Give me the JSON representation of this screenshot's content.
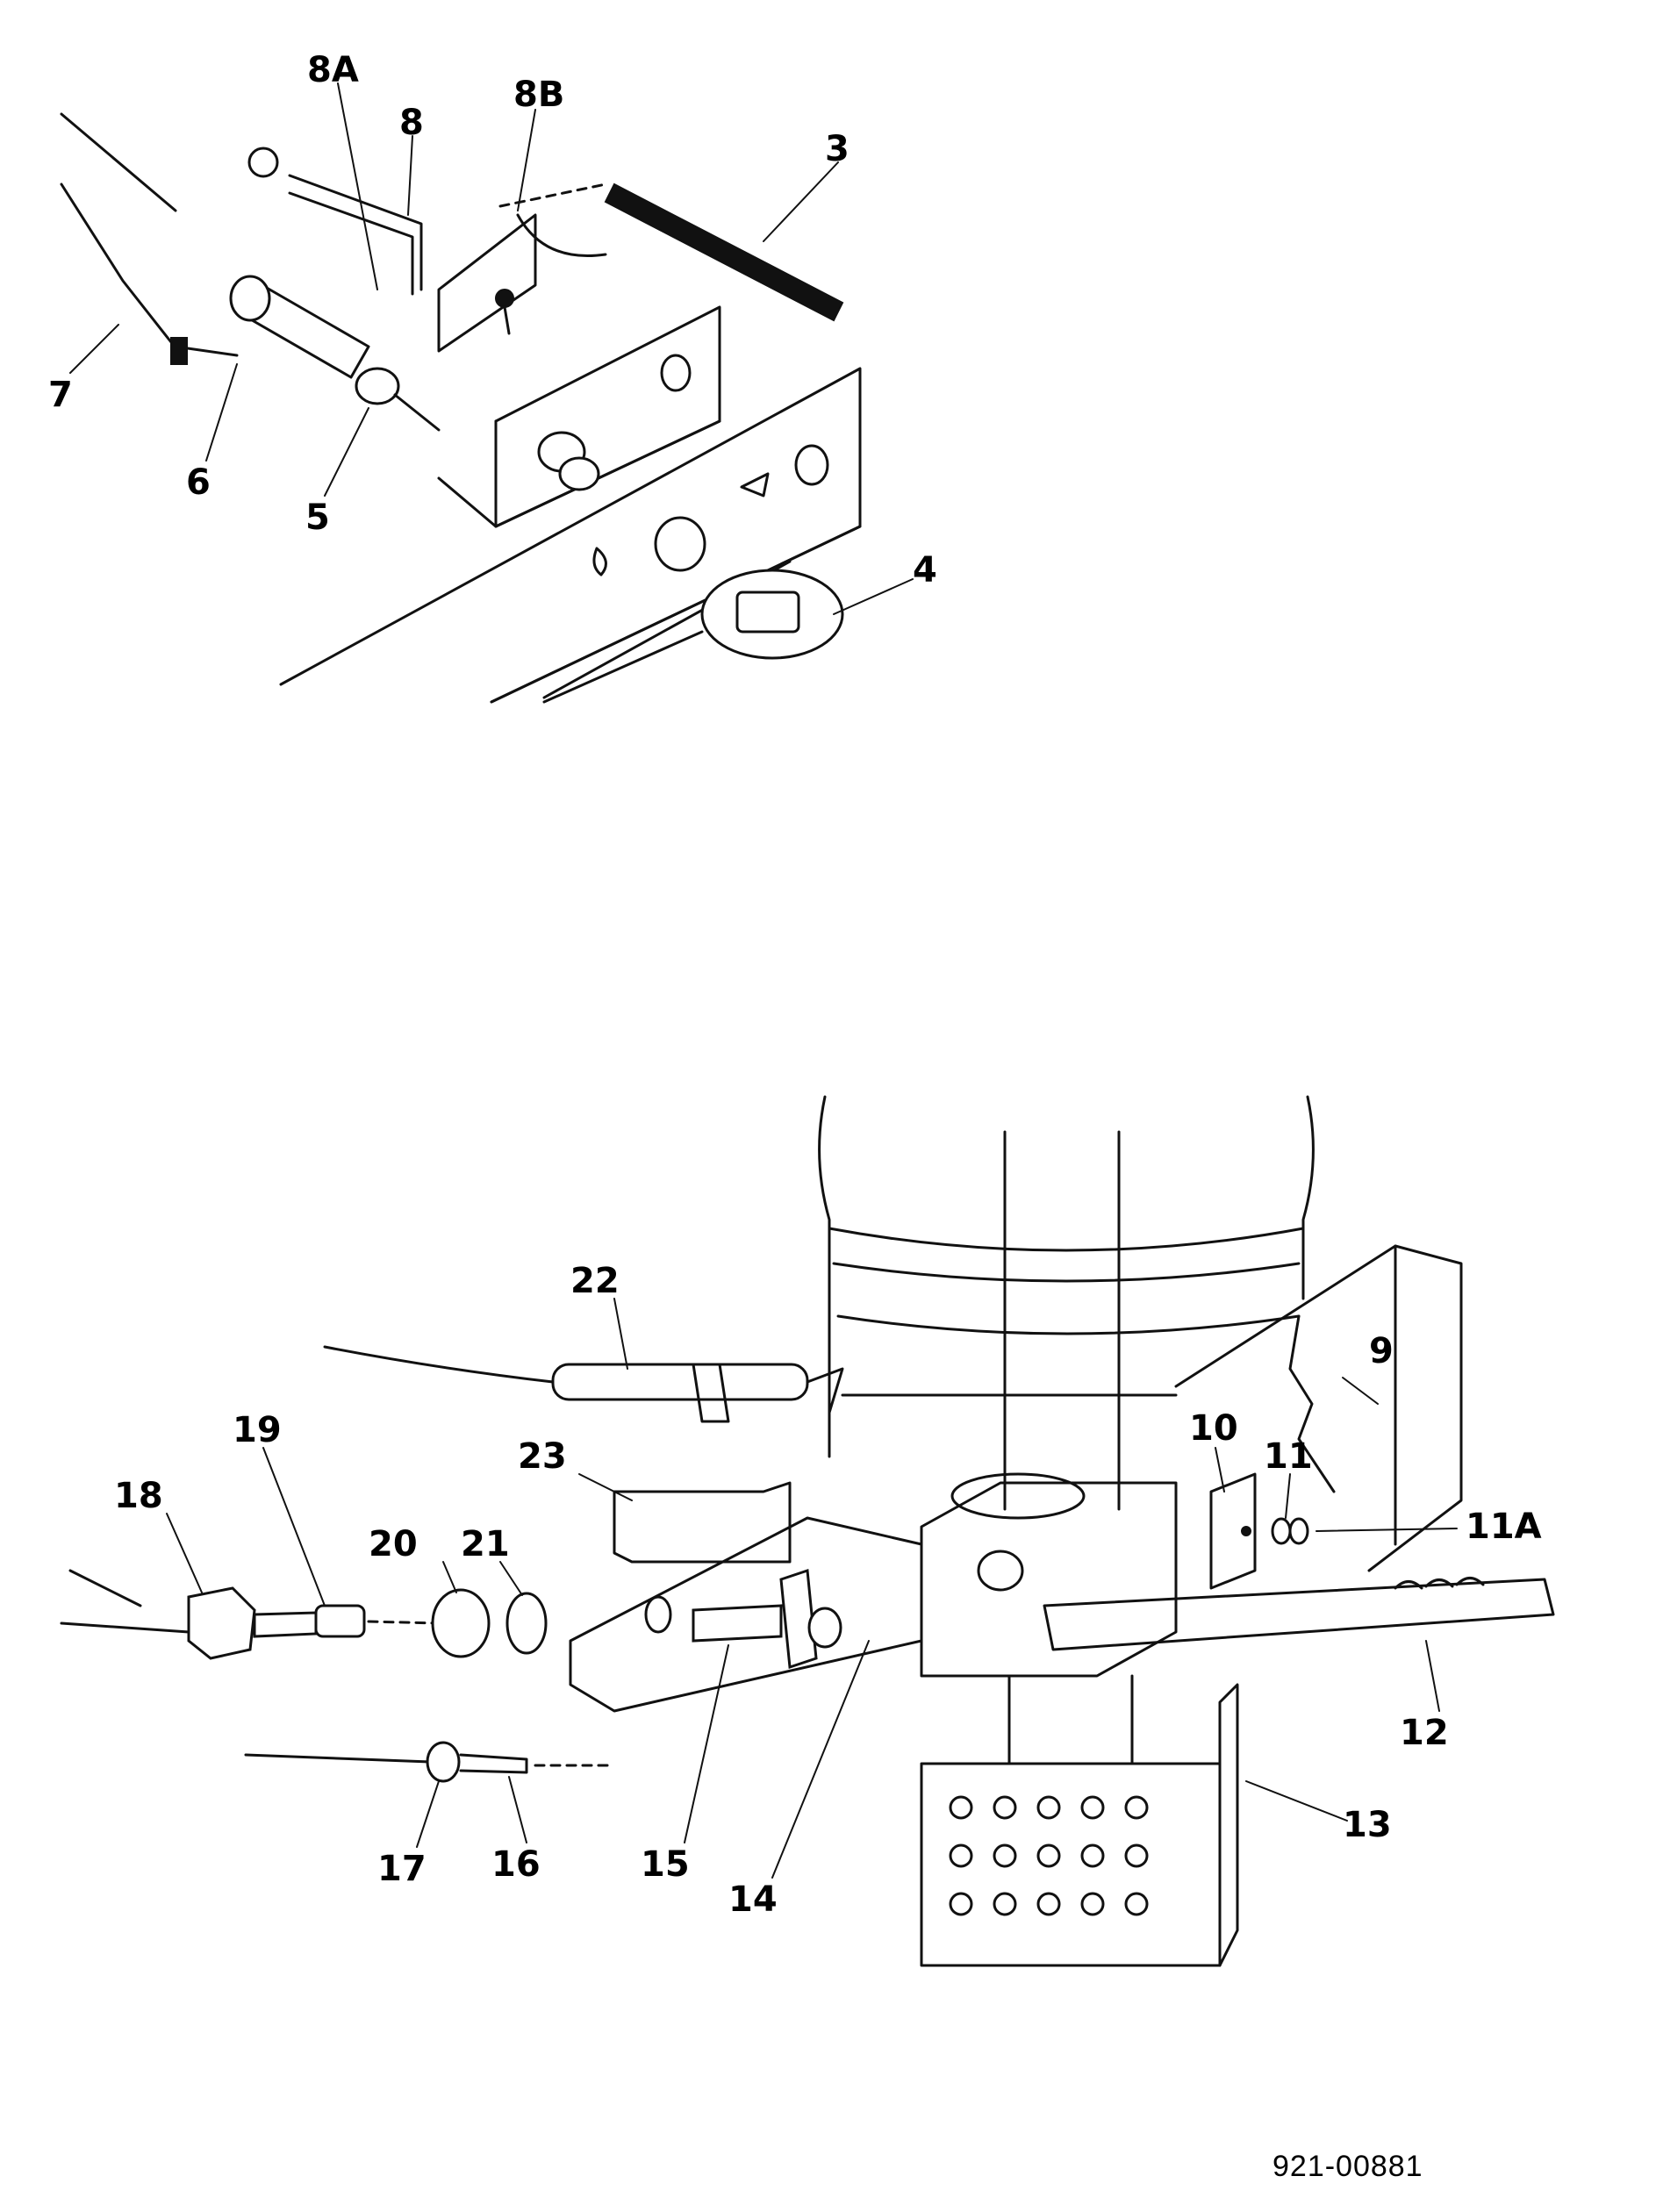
{
  "figure": {
    "top_assembly_callouts": [
      "8A",
      "8",
      "8B",
      "3",
      "7",
      "6",
      "5",
      "4"
    ],
    "bottom_assembly_callouts": [
      "22",
      "9",
      "19",
      "23",
      "10",
      "11",
      "18",
      "20",
      "21",
      "11A",
      "12",
      "13",
      "17",
      "16",
      "15",
      "14"
    ],
    "document_number": "921-00881"
  },
  "callouts": {
    "c8A": "8A",
    "c8": "8",
    "c8B": "8B",
    "c3": "3",
    "c7": "7",
    "c6": "6",
    "c5": "5",
    "c4": "4",
    "c22": "22",
    "c9": "9",
    "c19": "19",
    "c23": "23",
    "c10": "10",
    "c11": "11",
    "c18": "18",
    "c20": "20",
    "c21": "21",
    "c11A": "11A",
    "c12": "12",
    "c13": "13",
    "c17": "17",
    "c16": "16",
    "c15": "15",
    "c14": "14"
  }
}
